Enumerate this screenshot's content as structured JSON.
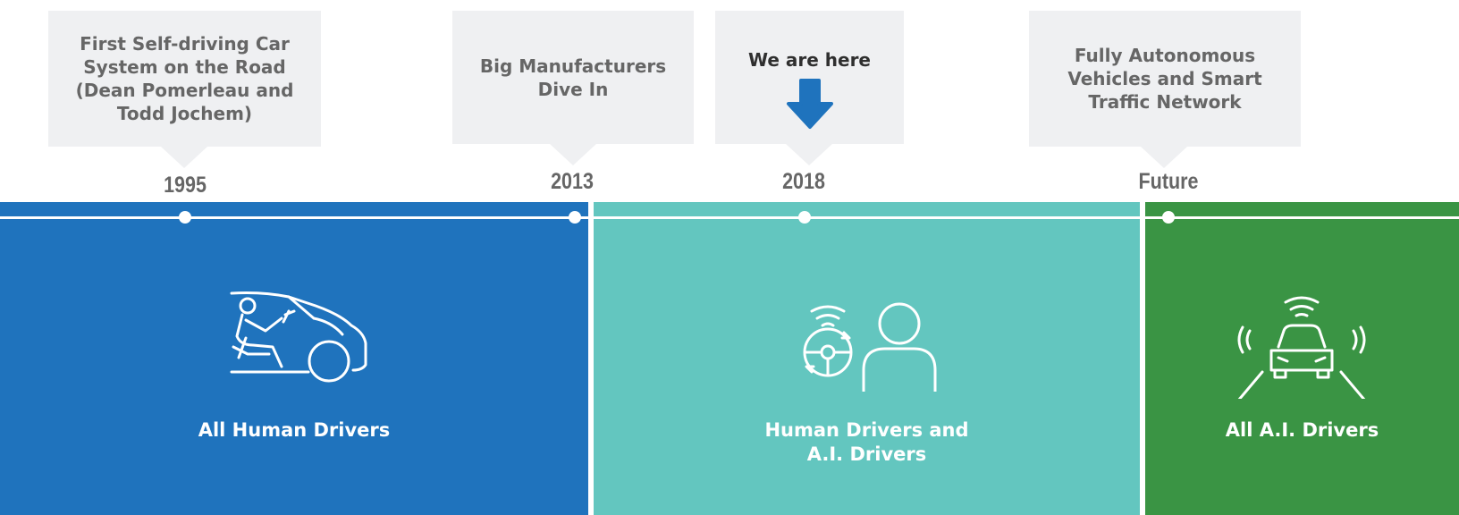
{
  "milestones": [
    {
      "year": "1995",
      "caption": "First Self-driving Car\nSystem on the Road\n(Dean Pomerleau and\nTodd Jochem)"
    },
    {
      "year": "2013",
      "caption": "Big Manufacturers\nDive In"
    },
    {
      "year": "2018",
      "caption": "We are here",
      "marker_icon": "arrow-down-icon"
    },
    {
      "year": "Future",
      "caption": "Fully Autonomous\nVehicles and Smart\nTraffic Network"
    }
  ],
  "eras": [
    {
      "label": "All Human Drivers",
      "icon": "human-driver-car-icon",
      "color": "#1f73bd"
    },
    {
      "label": "Human Drivers and\nA.I. Drivers",
      "icon": "ai-steering-and-person-icon",
      "color": "#63c6bf"
    },
    {
      "label": "All A.I. Drivers",
      "icon": "autonomous-car-sensors-icon",
      "color": "#3a9444"
    }
  ],
  "colors": {
    "callout_bg": "#eff0f2",
    "callout_text": "#666666",
    "arrow": "#1f73bd",
    "timeline": "#ffffff"
  }
}
